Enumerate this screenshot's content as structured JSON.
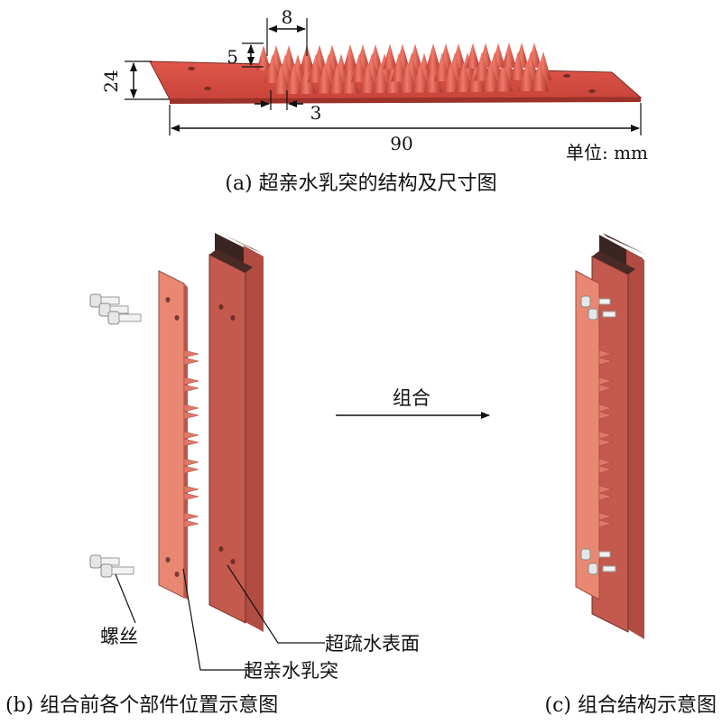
{
  "part_a": {
    "caption": "(a) 超亲水乳突的结构及尺寸图",
    "dim_spacing": "8",
    "dim_height": "5",
    "dim_width": "24",
    "dim_base": "3",
    "dim_length": "90",
    "unit_label": "单位: mm"
  },
  "part_b": {
    "caption": "(b) 组合前各个部件位置示意图",
    "label_screws": "螺丝",
    "label_papillae": "超亲水乳突",
    "label_surface": "超疏水表面"
  },
  "arrow_label": "组合",
  "part_c": {
    "caption": "(c) 组合结构示意图"
  },
  "colors": {
    "plate_red": "#d9483b",
    "plate_light": "#e98872",
    "plate_dark": "#b94a40",
    "edge_dark": "#4a2a26"
  }
}
